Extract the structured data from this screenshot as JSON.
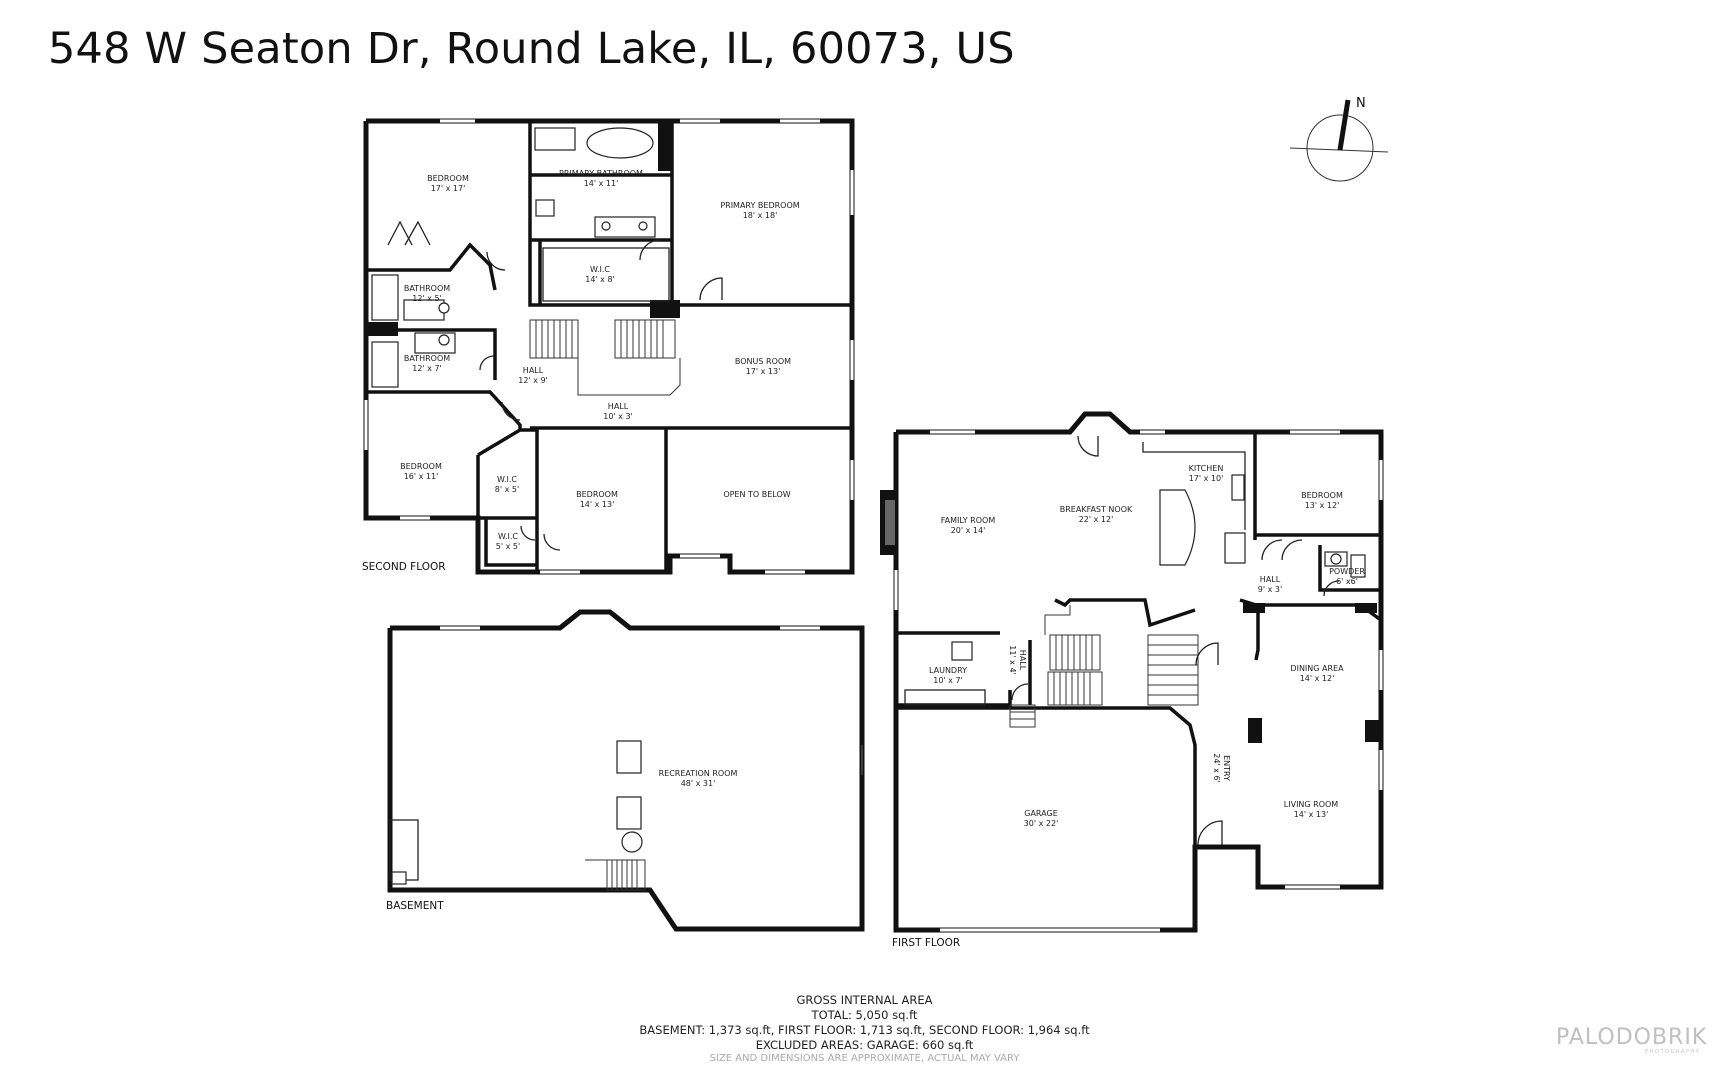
{
  "title": "548 W Seaton Dr, Round Lake, IL, 60073, US",
  "compass": {
    "label": "N"
  },
  "floors": {
    "second": {
      "label": "SECOND FLOOR",
      "rooms": [
        {
          "name": "BEDROOM",
          "dim": "17' x 17'"
        },
        {
          "name": "PRIMARY BATHROOM",
          "dim": "14' x 11'"
        },
        {
          "name": "PRIMARY BEDROOM",
          "dim": "18' x 18'"
        },
        {
          "name": "W.I.C",
          "dim": "14' x 8'"
        },
        {
          "name": "BATHROOM",
          "dim": "12' x 5'"
        },
        {
          "name": "BATHROOM",
          "dim": "12' x 7'"
        },
        {
          "name": "HALL",
          "dim": "12' x 9'"
        },
        {
          "name": "BONUS ROOM",
          "dim": "17' x 13'"
        },
        {
          "name": "HALL",
          "dim": "10' x 3'"
        },
        {
          "name": "BEDROOM",
          "dim": "16' x 11'"
        },
        {
          "name": "W.I.C",
          "dim": "8' x 5'"
        },
        {
          "name": "BEDROOM",
          "dim": "14' x 13'"
        },
        {
          "name": "OPEN TO BELOW",
          "dim": ""
        },
        {
          "name": "W.I.C",
          "dim": "5' x 5'"
        }
      ]
    },
    "basement": {
      "label": "BASEMENT",
      "rooms": [
        {
          "name": "RECREATION ROOM",
          "dim": "48' x 31'"
        }
      ]
    },
    "first": {
      "label": "FIRST FLOOR",
      "rooms": [
        {
          "name": "FAMILY ROOM",
          "dim": "20' x 14'"
        },
        {
          "name": "BREAKFAST NOOK",
          "dim": "22' x 12'"
        },
        {
          "name": "KITCHEN",
          "dim": "17' x 10'"
        },
        {
          "name": "BEDROOM",
          "dim": "13' x 12'"
        },
        {
          "name": "POWDER",
          "dim": "6' x6'"
        },
        {
          "name": "HALL",
          "dim": "9' x 3'"
        },
        {
          "name": "HALL",
          "dim": "11' x 4'"
        },
        {
          "name": "LAUNDRY",
          "dim": "10' x 7'"
        },
        {
          "name": "DINING AREA",
          "dim": "14' x 12'"
        },
        {
          "name": "ENTRY",
          "dim": "24' x 6'"
        },
        {
          "name": "LIVING ROOM",
          "dim": "14' x 13'"
        },
        {
          "name": "GARAGE",
          "dim": "30' x 22'"
        }
      ]
    }
  },
  "area_summary": {
    "heading": "GROSS INTERNAL AREA",
    "total": "TOTAL: 5,050 sq.ft",
    "breakdown": "BASEMENT: 1,373 sq.ft, FIRST FLOOR: 1,713 sq.ft, SECOND FLOOR: 1,964 sq.ft",
    "excluded": "EXCLUDED AREAS: GARAGE: 660 sq.ft",
    "disclaimer": "SIZE AND DIMENSIONS ARE APPROXIMATE, ACTUAL MAY VARY"
  },
  "watermark": {
    "brand": "PALODOBRIK",
    "sub": "PHOTOGRAPHY"
  }
}
